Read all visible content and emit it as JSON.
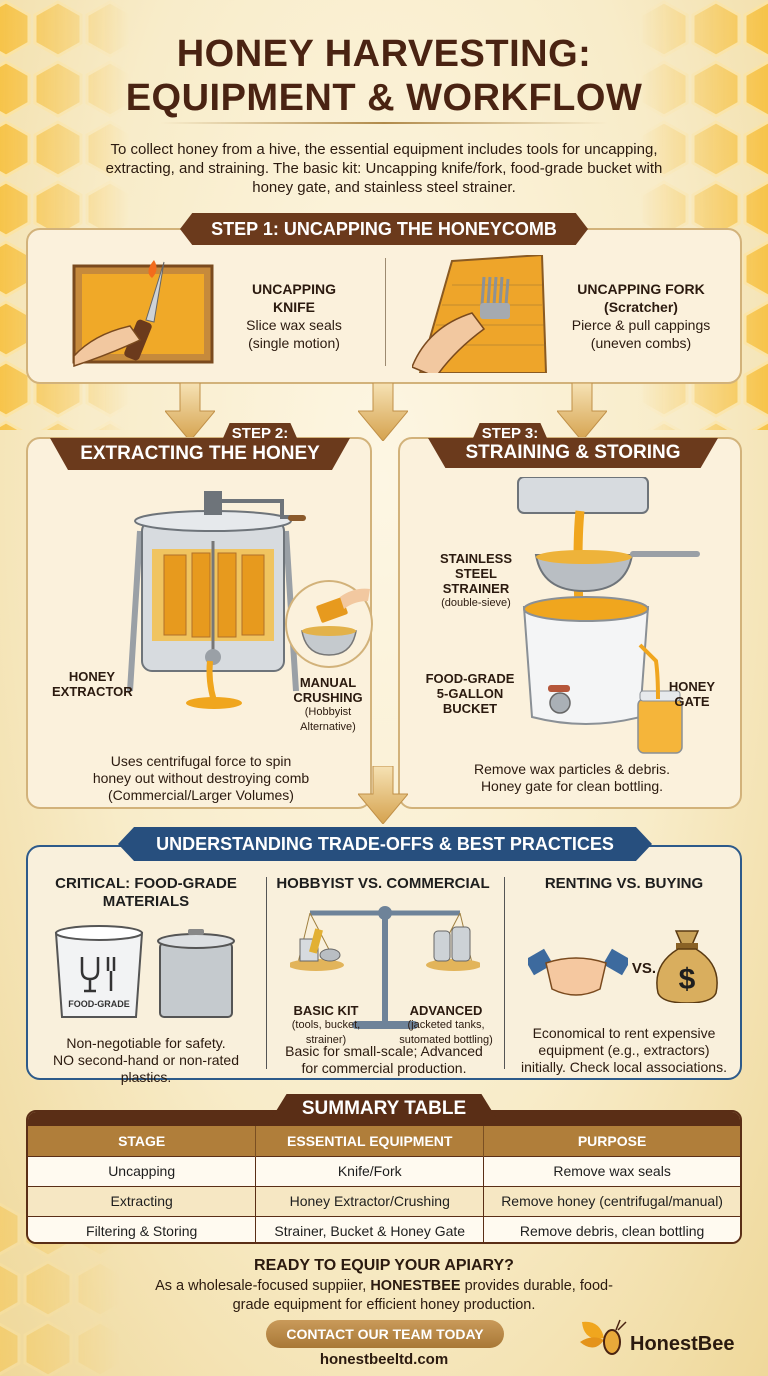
{
  "header": {
    "title_line1": "HONEY HARVESTING:",
    "title_line2": "EQUIPMENT & WORKFLOW",
    "intro": "To collect honey from a hive, the essential equipment includes tools for uncapping, extracting, and straining. The basic kit: Uncapping knife/fork, food-grade bucket with honey gate, and stainless steel strainer."
  },
  "step1": {
    "banner": "STEP 1: UNCAPPING THE HONEYCOMB",
    "tools": [
      {
        "name_line1": "UNCAPPING",
        "name_line2": "KNIFE",
        "desc1": "Slice wax seals",
        "desc2": "(single motion)"
      },
      {
        "name_line1": "UNCAPPING FORK",
        "name_line2": "(Scratcher)",
        "desc1": "Pierce & pull cappings",
        "desc2": "(uneven combs)"
      }
    ]
  },
  "step2": {
    "step_label": "STEP 2:",
    "title": "EXTRACTING THE HONEY",
    "extractor_label_1": "HONEY",
    "extractor_label_2": "EXTRACTOR",
    "crushing_label_1": "MANUAL",
    "crushing_label_2": "CRUSHING",
    "crushing_note": "(Hobbyist Alternative)",
    "desc_1": "Uses centrifugal force to spin",
    "desc_2": "honey out without destroying comb",
    "desc_3": "(Commercial/Larger Volumes)"
  },
  "step3": {
    "step_label": "STEP 3:",
    "title": "STRAINING & STORING",
    "strainer_1": "STAINLESS",
    "strainer_2": "STEEL",
    "strainer_3": "STRAINER",
    "strainer_note": "(double-sieve)",
    "bucket_1": "FOOD-GRADE",
    "bucket_2": "5-GALLON",
    "bucket_3": "BUCKET",
    "gate_1": "HONEY",
    "gate_2": "GATE",
    "desc_1": "Remove wax particles & debris.",
    "desc_2": "Honey gate for clean bottling."
  },
  "tradeoffs": {
    "banner": "UNDERSTANDING TRADE-OFFS & BEST PRACTICES",
    "food_grade": {
      "title_1": "CRITICAL: FOOD-GRADE",
      "title_2": "MATERIALS",
      "bucket_label": "FOOD-GRADE",
      "desc_1": "Non-negotiable for safety.",
      "desc_2": "NO second-hand or non-rated",
      "desc_3": "plastics."
    },
    "hobbyist": {
      "title": "HOBBYIST VS. COMMERCIAL",
      "basic_label": "BASIC KIT",
      "basic_note_1": "(tools, bucket,",
      "basic_note_2": "strainer)",
      "adv_label": "ADVANCED",
      "adv_note_1": "(jacketed tanks,",
      "adv_note_2": "sutomated bottling)",
      "desc_1": "Basic for small-scale; Advanced",
      "desc_2": "for commercial production."
    },
    "renting": {
      "title": "RENTING VS. BUYING",
      "vs": "VS.",
      "dollar": "$",
      "desc_1": "Economical to rent expensive",
      "desc_2": "equipment (e.g., extractors)",
      "desc_3": "initially. Check local associations."
    }
  },
  "summary": {
    "title": "SUMMARY TABLE",
    "headers": [
      "STAGE",
      "ESSENTIAL EQUIPMENT",
      "PURPOSE"
    ],
    "rows": [
      [
        "Uncapping",
        "Knife/Fork",
        "Remove wax seals"
      ],
      [
        "Extracting",
        "Honey Extractor/Crushing",
        "Remove honey (centrifugal/manual)"
      ],
      [
        "Filtering & Storing",
        "Strainer, Bucket & Honey Gate",
        "Remove debris, clean bottling"
      ]
    ]
  },
  "cta": {
    "heading": "READY TO EQUIP YOUR APIARY?",
    "text_pre": "As a wholesale-focused suppiier, ",
    "brand_bold": "HONESTBEE",
    "text_post": " provides durable, food-grade equipment for efficient honey production.",
    "button": "CONTACT OUR TEAM TODAY",
    "url": "honestbeeltd.com",
    "logo_text": "HonestBee"
  },
  "colors": {
    "brown_banner": "#6b3a1c",
    "blue_banner": "#274f7e",
    "table_header": "#b07e3a",
    "honey": "#f0a61e",
    "card_bg": "#fbf1dc"
  }
}
